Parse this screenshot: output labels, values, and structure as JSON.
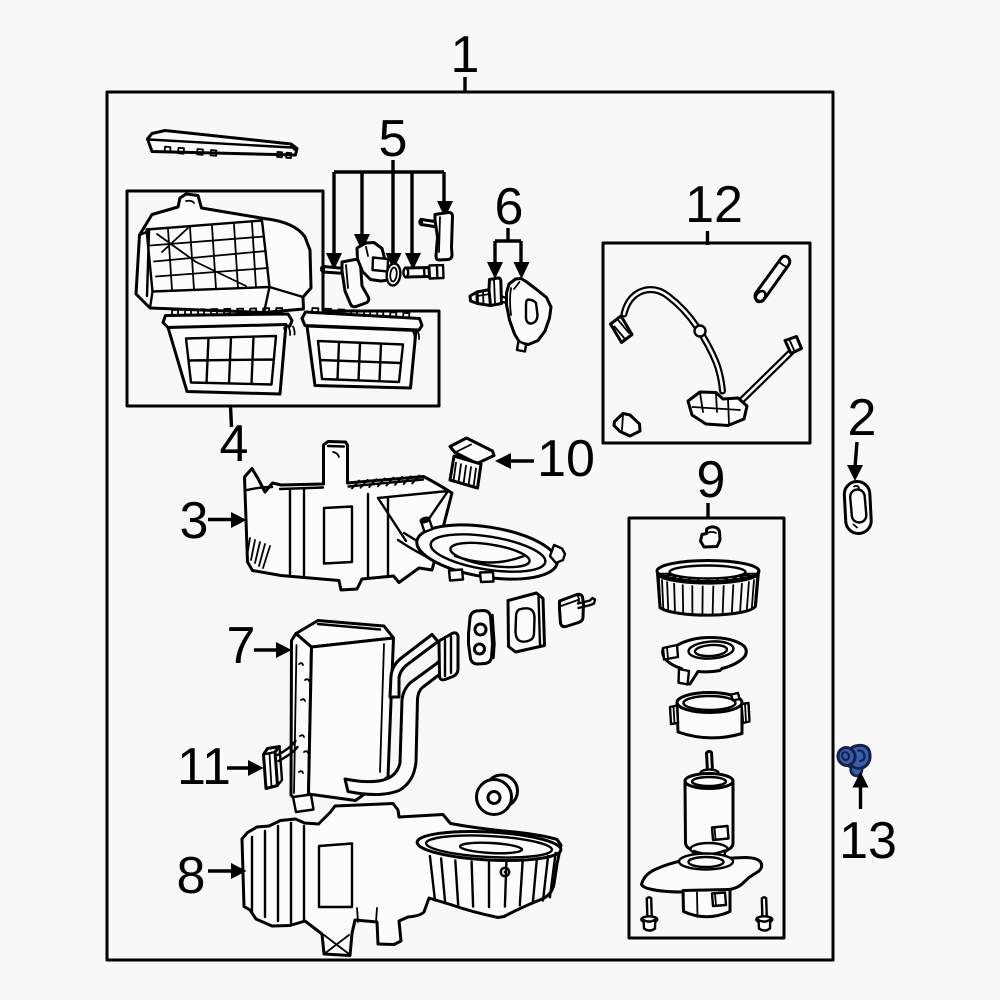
{
  "figure": {
    "type": "exploded-parts-diagram",
    "background_color": "#f8f8f8",
    "line_color": "#000000",
    "highlight_color": "#3a5dae"
  },
  "callouts": {
    "c1": {
      "label": "1"
    },
    "c2": {
      "label": "2"
    },
    "c3": {
      "label": "3"
    },
    "c4": {
      "label": "4"
    },
    "c5": {
      "label": "5"
    },
    "c6": {
      "label": "6"
    },
    "c7": {
      "label": "7"
    },
    "c8": {
      "label": "8"
    },
    "c9": {
      "label": "9"
    },
    "c10": {
      "label": "10"
    },
    "c11": {
      "label": "11"
    },
    "c12": {
      "label": "12"
    },
    "c13": {
      "label": "13"
    }
  }
}
